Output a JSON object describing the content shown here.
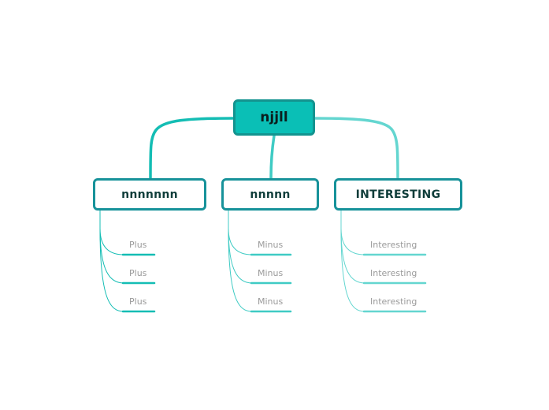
{
  "root": {
    "label": "njjll",
    "color": "#0abfb6",
    "border_color": "#13938f"
  },
  "branches": [
    {
      "label": "nnnnnnn",
      "border_color": "#17929a",
      "line_color": "#14bdb4",
      "leaves": [
        "Plus",
        "Plus",
        "Plus"
      ]
    },
    {
      "label": "nnnnn",
      "border_color": "#17929a",
      "line_color": "#3fcbc4",
      "leaves": [
        "Minus",
        "Minus",
        "Minus"
      ]
    },
    {
      "label": "INTERESTING",
      "border_color": "#17929a",
      "line_color": "#64d6d0",
      "leaves": [
        "Interesting",
        "Interesting",
        "Interesting"
      ]
    }
  ]
}
